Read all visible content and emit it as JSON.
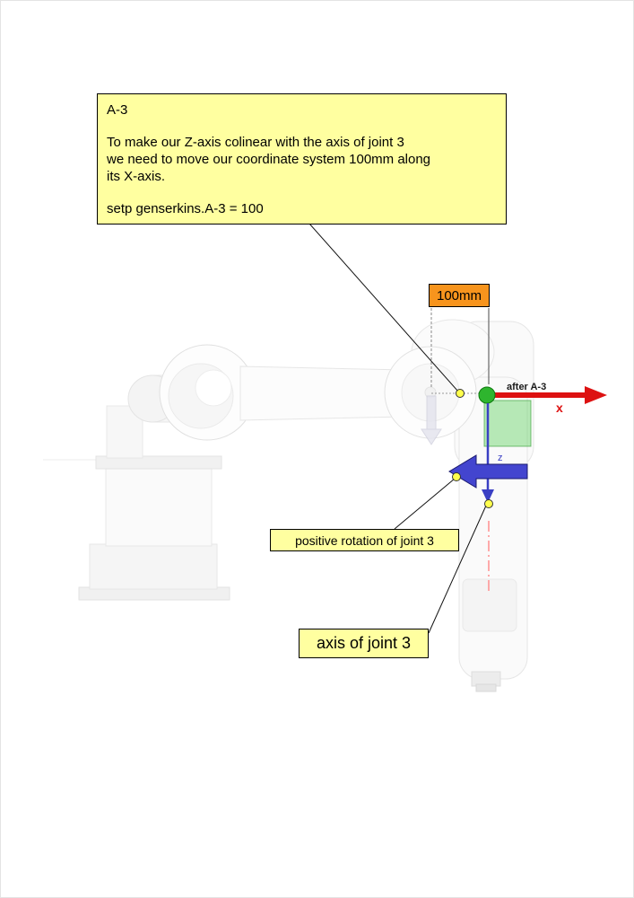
{
  "note": {
    "title": "A-3",
    "line1": "To make our Z-axis colinear with the axis of joint 3",
    "line2": "we need to move our coordinate system 100mm along",
    "line3": "its X-axis.",
    "command": "setp genserkins.A-3 = 100"
  },
  "callouts": {
    "distance_label": "100mm",
    "after_label": "after A-3",
    "x_label": "x",
    "z_label": "z",
    "rotation_label": "positive rotation of joint 3",
    "axis_label": "axis of joint 3"
  },
  "colors": {
    "note_background": "#ffffa0",
    "distance_background": "#f7941d",
    "x_axis_red": "#dd1111",
    "z_axis_blue": "#3a3fc4",
    "origin_green": "#2eb52e",
    "marker_yellow": "#ffff4d"
  }
}
